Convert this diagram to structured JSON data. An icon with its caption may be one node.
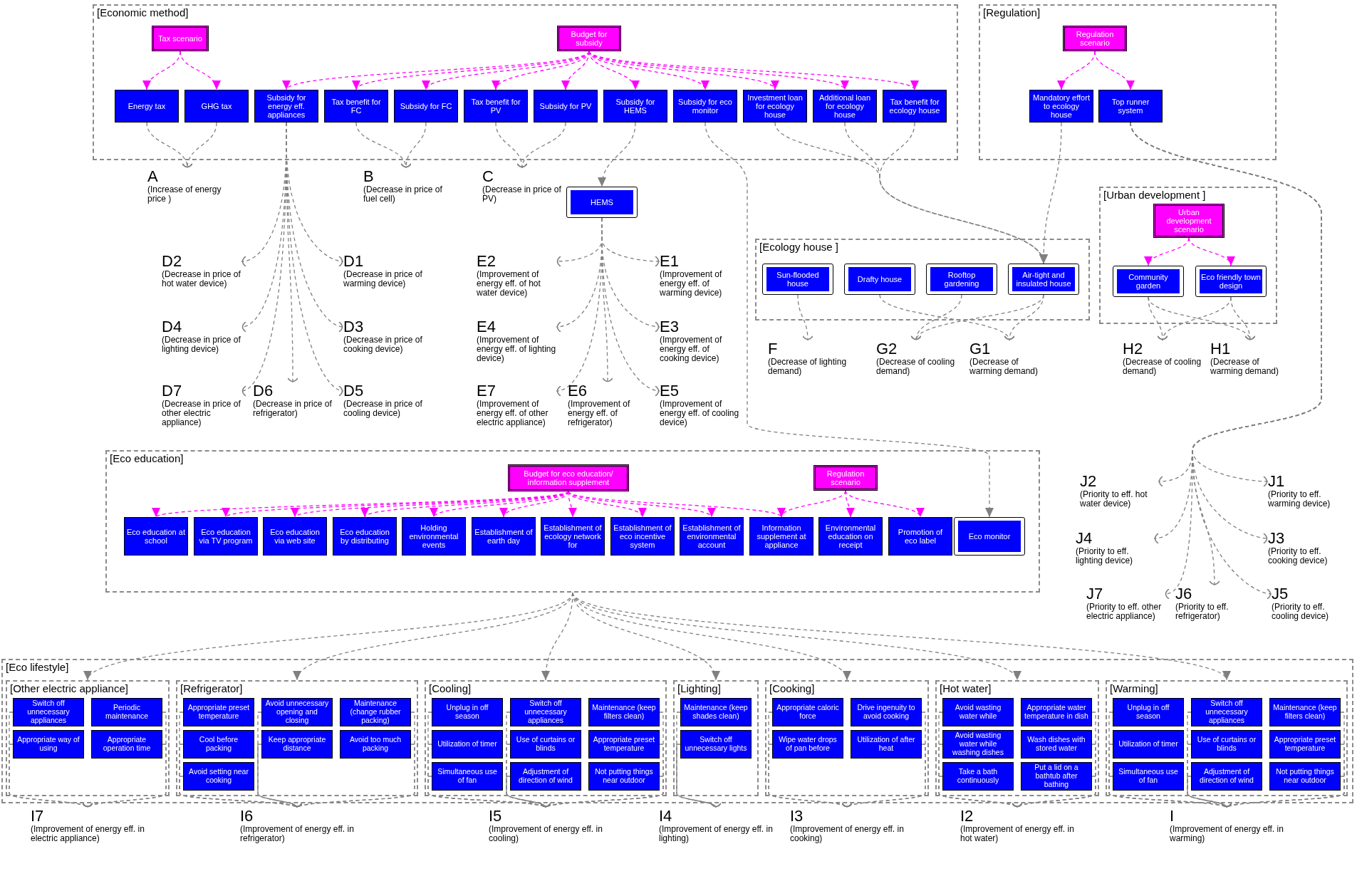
{
  "diagram": {
    "nodes": [
      {
        "text": [
          "[Economic method]"
        ]
      },
      {
        "text": [
          "Tax scenario"
        ],
        "in": 0
      },
      {
        "text": [
          "Budget for subsidy"
        ],
        "in": 0
      },
      {
        "text": [
          "Energy tax"
        ],
        "in": 0
      },
      {
        "text": [
          "GHG tax"
        ],
        "in": 0
      },
      {
        "text": [
          "Subsidy for energy eff. appliances"
        ],
        "in": 0
      },
      {
        "text": [
          "Tax benefit for FC"
        ],
        "in": 0
      },
      {
        "text": [
          "Subsidy for FC"
        ],
        "in": 0
      },
      {
        "text": [
          "Tax benefit for PV"
        ],
        "in": 0
      },
      {
        "text": [
          "Subsidy for PV"
        ],
        "in": 0
      },
      {
        "text": [
          "Subsidy for HEMS"
        ],
        "in": 0
      },
      {
        "text": [
          "Subsidy for eco monitor"
        ],
        "in": 0
      },
      {
        "text": [
          "Investment loan for ecology house"
        ],
        "in": 0
      },
      {
        "text": [
          "Additional loan for ecology house"
        ],
        "in": 0
      },
      {
        "text": [
          "Tax benefit for ecology house"
        ],
        "in": 0
      },
      {
        "text": [
          "[Regulation]"
        ]
      },
      {
        "text": [
          "Regulation scenario"
        ],
        "in": 15
      },
      {
        "text": [
          "Mandatory effort to ecology house"
        ],
        "in": 15
      },
      {
        "text": [
          "Top runner system"
        ],
        "in": 15
      },
      {
        "text": [
          "A",
          "(Increase of energy price )"
        ]
      },
      {
        "text": [
          "B",
          "(Decrease in price of fuel cell)"
        ]
      },
      {
        "text": [
          "C",
          "(Decrease in price of PV)"
        ]
      },
      {
        "text": [
          "HEMS"
        ]
      },
      {
        "text": [
          "[Urban development ]"
        ]
      },
      {
        "text": [
          "Urban development scenario"
        ],
        "in": 23
      },
      {
        "text": [
          "Community garden"
        ],
        "in": 23
      },
      {
        "text": [
          "Eco friendly town design"
        ],
        "in": 23
      },
      {
        "text": [
          "D1",
          "(Decrease in price of warming device)"
        ]
      },
      {
        "text": [
          "D2",
          "(Decrease in price of hot water device)"
        ]
      },
      {
        "text": [
          "D3",
          "(Decrease in price of cooking device)"
        ]
      },
      {
        "text": [
          "D4",
          "(Decrease in price of lighting device)"
        ]
      },
      {
        "text": [
          "D5",
          "(Decrease in price of cooling device)"
        ]
      },
      {
        "text": [
          "D6",
          "(Decrease in price of refrigerator)"
        ]
      },
      {
        "text": [
          "D7",
          "(Decrease in price of other electric appliance)"
        ]
      },
      {
        "text": [
          "E1",
          "(Improvement of energy eff. of warming device)"
        ]
      },
      {
        "text": [
          "E2",
          "(Improvement of energy eff. of hot water device)"
        ]
      },
      {
        "text": [
          "E3",
          "(Improvement of energy eff. of cooking device)"
        ]
      },
      {
        "text": [
          "E4",
          "(Improvement of energy eff. of lighting device)"
        ]
      },
      {
        "text": [
          "E5",
          "(Improvement of energy eff. of cooling device)"
        ]
      },
      {
        "text": [
          "E6",
          "(Improvement of energy eff. of refrigerator)"
        ]
      },
      {
        "text": [
          "E7",
          "(Improvement of energy eff. of other electric appliance)"
        ]
      },
      {
        "text": [
          "[Ecology house ]"
        ]
      },
      {
        "text": [
          "Sun-flooded house"
        ],
        "in": 41
      },
      {
        "text": [
          "Drafty house"
        ],
        "in": 41
      },
      {
        "text": [
          "Rooftop gardening"
        ],
        "in": 41
      },
      {
        "text": [
          "Air-tight and insulated house"
        ],
        "in": 41
      },
      {
        "text": [
          "F",
          "(Decrease of lighting demand)"
        ]
      },
      {
        "text": [
          "G1",
          "(Decrease of warming demand)"
        ]
      },
      {
        "text": [
          "G2",
          "(Decrease of cooling demand)"
        ]
      },
      {
        "text": [
          "H1",
          "(Decrease of warming demand)"
        ]
      },
      {
        "text": [
          "H2",
          "(Decrease of cooling demand)"
        ]
      },
      {
        "text": [
          "J1",
          "(Priority to eff. warming device)"
        ]
      },
      {
        "text": [
          "J2",
          "(Priority to eff. hot water device)"
        ]
      },
      {
        "text": [
          "J3",
          "(Priority to eff. cooking device)"
        ]
      },
      {
        "text": [
          "J4",
          "(Priority to eff. lighting device)"
        ]
      },
      {
        "text": [
          "J5",
          "(Priority to eff. cooling device)"
        ]
      },
      {
        "text": [
          "J6",
          "(Priority to eff. refrigerator)"
        ]
      },
      {
        "text": [
          "J7",
          "(Priority to eff. other electric appliance)"
        ]
      },
      {
        "text": [
          "[Eco education]"
        ]
      },
      {
        "text": [
          "Budget for eco education/ information supplement"
        ],
        "in": 58
      },
      {
        "text": [
          "Regulation scenario"
        ],
        "in": 58
      },
      {
        "text": [
          "Eco education at school"
        ],
        "in": 58
      },
      {
        "text": [
          "Eco education via TV program"
        ],
        "in": 58
      },
      {
        "text": [
          "Eco education via web site"
        ],
        "in": 58
      },
      {
        "text": [
          "Eco education by distributing"
        ],
        "in": 58
      },
      {
        "text": [
          "Holding environmental events"
        ],
        "in": 58
      },
      {
        "text": [
          "Establishment of earth day"
        ],
        "in": 58
      },
      {
        "text": [
          "Establishment of ecology network for"
        ],
        "in": 58
      },
      {
        "text": [
          "Establishment of eco incentive system"
        ],
        "in": 58
      },
      {
        "text": [
          "Establishment of environmental account"
        ],
        "in": 58
      },
      {
        "text": [
          "Information supplement at appliance"
        ],
        "in": 58
      },
      {
        "text": [
          "Environmental education on receipt"
        ],
        "in": 58
      },
      {
        "text": [
          "Promotion of eco label"
        ],
        "in": 58
      },
      {
        "text": [
          "Eco monitor"
        ],
        "in": 58
      },
      {
        "text": [
          "[Eco lifestyle]"
        ]
      },
      {
        "text": [
          "[Other electric appliance]"
        ],
        "in": 74
      },
      {
        "text": [
          "Switch off unnecessary appliances"
        ],
        "in": 75
      },
      {
        "text": [
          "Periodic maintenance"
        ],
        "in": 75
      },
      {
        "text": [
          "Appropriate way of using"
        ],
        "in": 75
      },
      {
        "text": [
          "Appropriate operation time"
        ],
        "in": 75
      },
      {
        "text": [
          "[Refrigerator]"
        ],
        "in": 74
      },
      {
        "text": [
          "Appropriate preset temperature"
        ],
        "in": 80
      },
      {
        "text": [
          "Avoid unnecessary opening and closing"
        ],
        "in": 80
      },
      {
        "text": [
          "Maintenance (change rubber packing)"
        ],
        "in": 80
      },
      {
        "text": [
          "Cool before packing"
        ],
        "in": 80
      },
      {
        "text": [
          "Keep appropriate distance"
        ],
        "in": 80
      },
      {
        "text": [
          "Avoid too much packing"
        ],
        "in": 80
      },
      {
        "text": [
          "Avoid setting near cooking"
        ],
        "in": 80
      },
      {
        "text": [
          "[Cooling]"
        ],
        "in": 74
      },
      {
        "text": [
          "Unplug in off season"
        ],
        "in": 88
      },
      {
        "text": [
          "Switch off unnecessary appliances"
        ],
        "in": 88
      },
      {
        "text": [
          "Maintenance (keep filters clean)"
        ],
        "in": 88
      },
      {
        "text": [
          "Utilization of timer"
        ],
        "in": 88
      },
      {
        "text": [
          "Use of curtains or blinds"
        ],
        "in": 88
      },
      {
        "text": [
          "Appropriate preset temperature"
        ],
        "in": 88
      },
      {
        "text": [
          "Simultaneous use of fan"
        ],
        "in": 88
      },
      {
        "text": [
          "Adjustment of direction of wind"
        ],
        "in": 88
      },
      {
        "text": [
          "Not putting things near outdoor"
        ],
        "in": 88
      },
      {
        "text": [
          "[Lighting]"
        ],
        "in": 74
      },
      {
        "text": [
          "Maintenance (keep shades clean)"
        ],
        "in": 98
      },
      {
        "text": [
          "Switch off unnecessary lights"
        ],
        "in": 98
      },
      {
        "text": [
          "[Cooking]"
        ],
        "in": 74
      },
      {
        "text": [
          "Appropriate caloric force"
        ],
        "in": 101
      },
      {
        "text": [
          "Drive ingenuity to avoid cooking"
        ],
        "in": 101
      },
      {
        "text": [
          "Wipe water drops of pan before"
        ],
        "in": 101
      },
      {
        "text": [
          "Utilization of after heat"
        ],
        "in": 101
      },
      {
        "text": [
          "[Hot water]"
        ],
        "in": 74
      },
      {
        "text": [
          "Avoid wasting water while"
        ],
        "in": 106
      },
      {
        "text": [
          "Appropriate water temperature in dish"
        ],
        "in": 106
      },
      {
        "text": [
          "Avoid wasting water while washing dishes"
        ],
        "in": 106
      },
      {
        "text": [
          "Wash dishes with stored water"
        ],
        "in": 106
      },
      {
        "text": [
          "Take a bath continuously"
        ],
        "in": 106
      },
      {
        "text": [
          "Put a lid on a bathtub after bathing"
        ],
        "in": 106
      },
      {
        "text": [
          "[Warming]"
        ],
        "in": 74
      },
      {
        "text": [
          "Unplug in off season"
        ],
        "in": 113
      },
      {
        "text": [
          "Switch off unnecessary appliances"
        ],
        "in": 113
      },
      {
        "text": [
          "Maintenance (keep filters clean)"
        ],
        "in": 113
      },
      {
        "text": [
          "Utilization of timer"
        ],
        "in": 113
      },
      {
        "text": [
          "Use of curtains or blinds"
        ],
        "in": 113
      },
      {
        "text": [
          "Appropriate preset temperature"
        ],
        "in": 113
      },
      {
        "text": [
          "Simultaneous use of fan"
        ],
        "in": 113
      },
      {
        "text": [
          "Adjustment of direction of wind"
        ],
        "in": 113
      },
      {
        "text": [
          "Not putting things near outdoor"
        ],
        "in": 113
      },
      {
        "text": [
          "I7",
          "(Improvement of energy eff. in electric appliance)"
        ]
      },
      {
        "text": [
          "I6",
          "(Improvement of energy eff. in refrigerator)"
        ]
      },
      {
        "text": [
          "I5",
          "(Improvement of energy eff. in cooling)"
        ]
      },
      {
        "text": [
          "I4",
          "(Improvement of energy eff. in lighting)"
        ]
      },
      {
        "text": [
          "I3",
          "(Improvement of energy eff. in cooking)"
        ]
      },
      {
        "text": [
          "I2",
          "(Improvement of energy eff. in hot water)"
        ]
      },
      {
        "text": [
          "I",
          "(Improvement of energy eff. in warming)"
        ]
      }
    ],
    "edges": [
      {
        "from": 1,
        "to": 3,
        "arrow": "to",
        "style": "dashed",
        "color": "#ff00ff"
      },
      {
        "from": 1,
        "to": 4,
        "arrow": "to",
        "style": "dashed",
        "color": "#ff00ff"
      },
      {
        "from": 2,
        "to": 5,
        "arrow": "to",
        "style": "dashed",
        "color": "#ff00ff"
      },
      {
        "from": 2,
        "to": 6,
        "arrow": "to",
        "style": "dashed",
        "color": "#ff00ff"
      },
      {
        "from": 2,
        "to": 7,
        "arrow": "to",
        "style": "dashed",
        "color": "#ff00ff"
      },
      {
        "from": 2,
        "to": 8,
        "arrow": "to",
        "style": "dashed",
        "color": "#ff00ff"
      },
      {
        "from": 2,
        "to": 9,
        "arrow": "to",
        "style": "dashed",
        "color": "#ff00ff"
      },
      {
        "from": 2,
        "to": 10,
        "arrow": "to",
        "style": "dashed",
        "color": "#ff00ff"
      },
      {
        "from": 2,
        "to": 11,
        "arrow": "to",
        "style": "dashed",
        "color": "#ff00ff"
      },
      {
        "from": 2,
        "to": 12,
        "arrow": "to",
        "style": "dashed",
        "color": "#ff00ff"
      },
      {
        "from": 2,
        "to": 13,
        "arrow": "to",
        "style": "dashed",
        "color": "#ff00ff"
      },
      {
        "from": 2,
        "to": 14,
        "arrow": "to",
        "style": "dashed",
        "color": "#ff00ff"
      },
      {
        "from": 16,
        "to": 17,
        "arrow": "to",
        "style": "dashed",
        "color": "#ff00ff"
      },
      {
        "from": 16,
        "to": 18,
        "arrow": "to",
        "style": "dashed",
        "color": "#ff00ff"
      },
      {
        "from": 24,
        "to": 25,
        "arrow": "to",
        "style": "dashed",
        "color": "#ff00ff"
      },
      {
        "from": 24,
        "to": 26,
        "arrow": "to",
        "style": "dashed",
        "color": "#ff00ff"
      },
      {
        "from": 3,
        "to": 19,
        "arrow": "other",
        "style": "dashed"
      },
      {
        "from": 4,
        "to": 19,
        "arrow": "other",
        "style": "dashed"
      },
      {
        "from": 5,
        "to": 27,
        "arrow": "other",
        "style": "dashed"
      },
      {
        "from": 5,
        "to": 28,
        "arrow": "other",
        "style": "dashed"
      },
      {
        "from": 5,
        "to": 29,
        "arrow": "other",
        "style": "dashed"
      },
      {
        "from": 5,
        "to": 30,
        "arrow": "other",
        "style": "dashed"
      },
      {
        "from": 5,
        "to": 31,
        "arrow": "other",
        "style": "dashed"
      },
      {
        "from": 5,
        "to": 32,
        "arrow": "other",
        "style": "dashed"
      },
      {
        "from": 5,
        "to": 33,
        "arrow": "other",
        "style": "dashed"
      },
      {
        "from": 6,
        "to": 20,
        "arrow": "other",
        "style": "dashed"
      },
      {
        "from": 7,
        "to": 20,
        "arrow": "other",
        "style": "dashed"
      },
      {
        "from": 8,
        "to": 21,
        "arrow": "other",
        "style": "dashed"
      },
      {
        "from": 9,
        "to": 21,
        "arrow": "other",
        "style": "dashed"
      },
      {
        "from": 10,
        "to": 22,
        "arrow": "to",
        "style": "dashed"
      },
      {
        "from": 22,
        "to": 34,
        "arrow": "other",
        "style": "dashed"
      },
      {
        "from": 22,
        "to": 35,
        "arrow": "other",
        "style": "dashed"
      },
      {
        "from": 22,
        "to": 36,
        "arrow": "other",
        "style": "dashed"
      },
      {
        "from": 22,
        "to": 37,
        "arrow": "other",
        "style": "dashed"
      },
      {
        "from": 22,
        "to": 38,
        "arrow": "other",
        "style": "dashed"
      },
      {
        "from": 22,
        "to": 39,
        "arrow": "other",
        "style": "dashed"
      },
      {
        "from": 22,
        "to": 40,
        "arrow": "other",
        "style": "dashed"
      },
      {
        "from": 11,
        "to": 73,
        "arrow": "to",
        "style": "dashed"
      },
      {
        "from": 12,
        "to": 45,
        "arrow": "to",
        "style": "dashed"
      },
      {
        "from": 13,
        "to": 45,
        "arrow": "to",
        "style": "dashed"
      },
      {
        "from": 14,
        "to": 45,
        "arrow": "to",
        "style": "dashed"
      },
      {
        "from": 17,
        "to": 45,
        "arrow": "to",
        "style": "dashed"
      },
      {
        "from": 42,
        "to": 46,
        "arrow": "other",
        "style": "dashed"
      },
      {
        "from": 43,
        "to": 47,
        "arrow": "other",
        "style": "dashed"
      },
      {
        "from": 44,
        "to": 48,
        "arrow": "other",
        "style": "dashed"
      },
      {
        "from": 45,
        "to": 47,
        "arrow": "other",
        "style": "dashed"
      },
      {
        "from": 45,
        "to": 48,
        "arrow": "other",
        "style": "dashed"
      },
      {
        "from": 25,
        "to": 49,
        "arrow": "other",
        "style": "dashed"
      },
      {
        "from": 25,
        "to": 50,
        "arrow": "other",
        "style": "dashed"
      },
      {
        "from": 26,
        "to": 49,
        "arrow": "other",
        "style": "dashed"
      },
      {
        "from": 26,
        "to": 50,
        "arrow": "other",
        "style": "dashed"
      },
      {
        "from": 18,
        "to": 51,
        "arrow": "other",
        "style": "dashed"
      },
      {
        "from": 18,
        "to": 52,
        "arrow": "other",
        "style": "dashed"
      },
      {
        "from": 18,
        "to": 53,
        "arrow": "other",
        "style": "dashed"
      },
      {
        "from": 18,
        "to": 54,
        "arrow": "other",
        "style": "dashed"
      },
      {
        "from": 18,
        "to": 55,
        "arrow": "other",
        "style": "dashed"
      },
      {
        "from": 18,
        "to": 56,
        "arrow": "other",
        "style": "dashed"
      },
      {
        "from": 18,
        "to": 57,
        "arrow": "other",
        "style": "dashed"
      },
      {
        "from": 59,
        "to": 61,
        "arrow": "to",
        "style": "dashed",
        "color": "#ff00ff"
      },
      {
        "from": 59,
        "to": 62,
        "arrow": "to",
        "style": "dashed",
        "color": "#ff00ff"
      },
      {
        "from": 59,
        "to": 63,
        "arrow": "to",
        "style": "dashed",
        "color": "#ff00ff"
      },
      {
        "from": 59,
        "to": 64,
        "arrow": "to",
        "style": "dashed",
        "color": "#ff00ff"
      },
      {
        "from": 59,
        "to": 65,
        "arrow": "to",
        "style": "dashed",
        "color": "#ff00ff"
      },
      {
        "from": 59,
        "to": 66,
        "arrow": "to",
        "style": "dashed",
        "color": "#ff00ff"
      },
      {
        "from": 59,
        "to": 67,
        "arrow": "to",
        "style": "dashed",
        "color": "#ff00ff"
      },
      {
        "from": 59,
        "to": 68,
        "arrow": "to",
        "style": "dashed",
        "color": "#ff00ff"
      },
      {
        "from": 59,
        "to": 69,
        "arrow": "to",
        "style": "dashed",
        "color": "#ff00ff"
      },
      {
        "from": 59,
        "to": 70,
        "arrow": "to",
        "style": "dashed",
        "color": "#ff00ff"
      },
      {
        "from": 60,
        "to": 70,
        "arrow": "to",
        "style": "dashed",
        "color": "#ff00ff"
      },
      {
        "from": 60,
        "to": 71,
        "arrow": "to",
        "style": "dashed",
        "color": "#ff00ff"
      },
      {
        "from": 60,
        "to": 72,
        "arrow": "to",
        "style": "dashed",
        "color": "#ff00ff"
      },
      {
        "from": 58,
        "to": 75,
        "arrow": "to",
        "style": "dashed"
      },
      {
        "from": 58,
        "to": 80,
        "arrow": "to",
        "style": "dashed"
      },
      {
        "from": 58,
        "to": 88,
        "arrow": "to",
        "style": "dashed"
      },
      {
        "from": 58,
        "to": 98,
        "arrow": "to",
        "style": "dashed"
      },
      {
        "from": 58,
        "to": 101,
        "arrow": "to",
        "style": "dashed"
      },
      {
        "from": 58,
        "to": 106,
        "arrow": "to",
        "style": "dashed"
      },
      {
        "from": 58,
        "to": 113,
        "arrow": "to",
        "style": "dashed"
      },
      {
        "from": 76,
        "to": 123,
        "arrow": "other",
        "style": "dashed"
      },
      {
        "from": 77,
        "to": 123,
        "arrow": "other",
        "style": "dashed"
      },
      {
        "from": 78,
        "to": 123,
        "arrow": "other",
        "style": "dashed"
      },
      {
        "from": 79,
        "to": 123,
        "arrow": "other",
        "style": "dashed"
      },
      {
        "from": 81,
        "to": 124,
        "arrow": "other",
        "style": "dashed"
      },
      {
        "from": 82,
        "to": 124,
        "arrow": "other",
        "style": "dashed"
      },
      {
        "from": 83,
        "to": 124,
        "arrow": "other",
        "style": "dashed"
      },
      {
        "from": 84,
        "to": 124,
        "arrow": "other",
        "style": "dashed"
      },
      {
        "from": 85,
        "to": 124,
        "arrow": "other"
      },
      {
        "from": 86,
        "to": 124,
        "arrow": "other",
        "style": "dashed"
      },
      {
        "from": 87,
        "to": 124,
        "arrow": "other",
        "style": "dashed"
      },
      {
        "from": 89,
        "to": 125,
        "arrow": "other",
        "style": "dashed"
      },
      {
        "from": 90,
        "to": 125,
        "arrow": "other",
        "style": "dashed"
      },
      {
        "from": 91,
        "to": 125,
        "arrow": "other",
        "style": "dashed"
      },
      {
        "from": 92,
        "to": 125,
        "arrow": "other",
        "style": "dashed"
      },
      {
        "from": 93,
        "to": 125,
        "arrow": "other",
        "style": "dashed"
      },
      {
        "from": 94,
        "to": 125,
        "arrow": "other",
        "style": "dashed"
      },
      {
        "from": 95,
        "to": 125,
        "arrow": "other",
        "style": "dashed"
      },
      {
        "from": 96,
        "to": 125,
        "arrow": "other"
      },
      {
        "from": 97,
        "to": 125,
        "arrow": "other",
        "style": "dashed"
      },
      {
        "from": 99,
        "to": 126,
        "arrow": "other",
        "style": "dashed"
      },
      {
        "from": 100,
        "to": 126,
        "arrow": "other"
      },
      {
        "from": 102,
        "to": 127,
        "arrow": "other",
        "style": "dashed"
      },
      {
        "from": 103,
        "to": 127,
        "arrow": "other",
        "style": "dashed"
      },
      {
        "from": 104,
        "to": 127,
        "arrow": "other",
        "style": "dashed"
      },
      {
        "from": 105,
        "to": 127,
        "arrow": "other",
        "style": "dashed"
      },
      {
        "from": 107,
        "to": 128,
        "arrow": "other",
        "style": "dashed"
      },
      {
        "from": 108,
        "to": 128,
        "arrow": "other",
        "style": "dashed"
      },
      {
        "from": 109,
        "to": 128,
        "arrow": "other",
        "style": "dashed"
      },
      {
        "from": 110,
        "to": 128,
        "arrow": "other",
        "style": "dashed"
      },
      {
        "from": 111,
        "to": 128,
        "arrow": "other",
        "style": "dashed"
      },
      {
        "from": 112,
        "to": 128,
        "arrow": "other",
        "style": "dashed"
      },
      {
        "from": 114,
        "to": 129,
        "arrow": "other",
        "style": "dashed"
      },
      {
        "from": 115,
        "to": 129,
        "arrow": "other",
        "style": "dashed"
      },
      {
        "from": 116,
        "to": 129,
        "arrow": "other",
        "style": "dashed"
      },
      {
        "from": 117,
        "to": 129,
        "arrow": "other",
        "style": "dashed"
      },
      {
        "from": 118,
        "to": 129,
        "arrow": "other",
        "style": "dashed"
      },
      {
        "from": 119,
        "to": 129,
        "arrow": "other",
        "style": "dashed"
      },
      {
        "from": 120,
        "to": 129,
        "arrow": "other",
        "style": "dashed"
      },
      {
        "from": 121,
        "to": 129,
        "arrow": "other"
      },
      {
        "from": 122,
        "to": 129,
        "arrow": "other",
        "style": "dashed"
      }
    ]
  }
}
